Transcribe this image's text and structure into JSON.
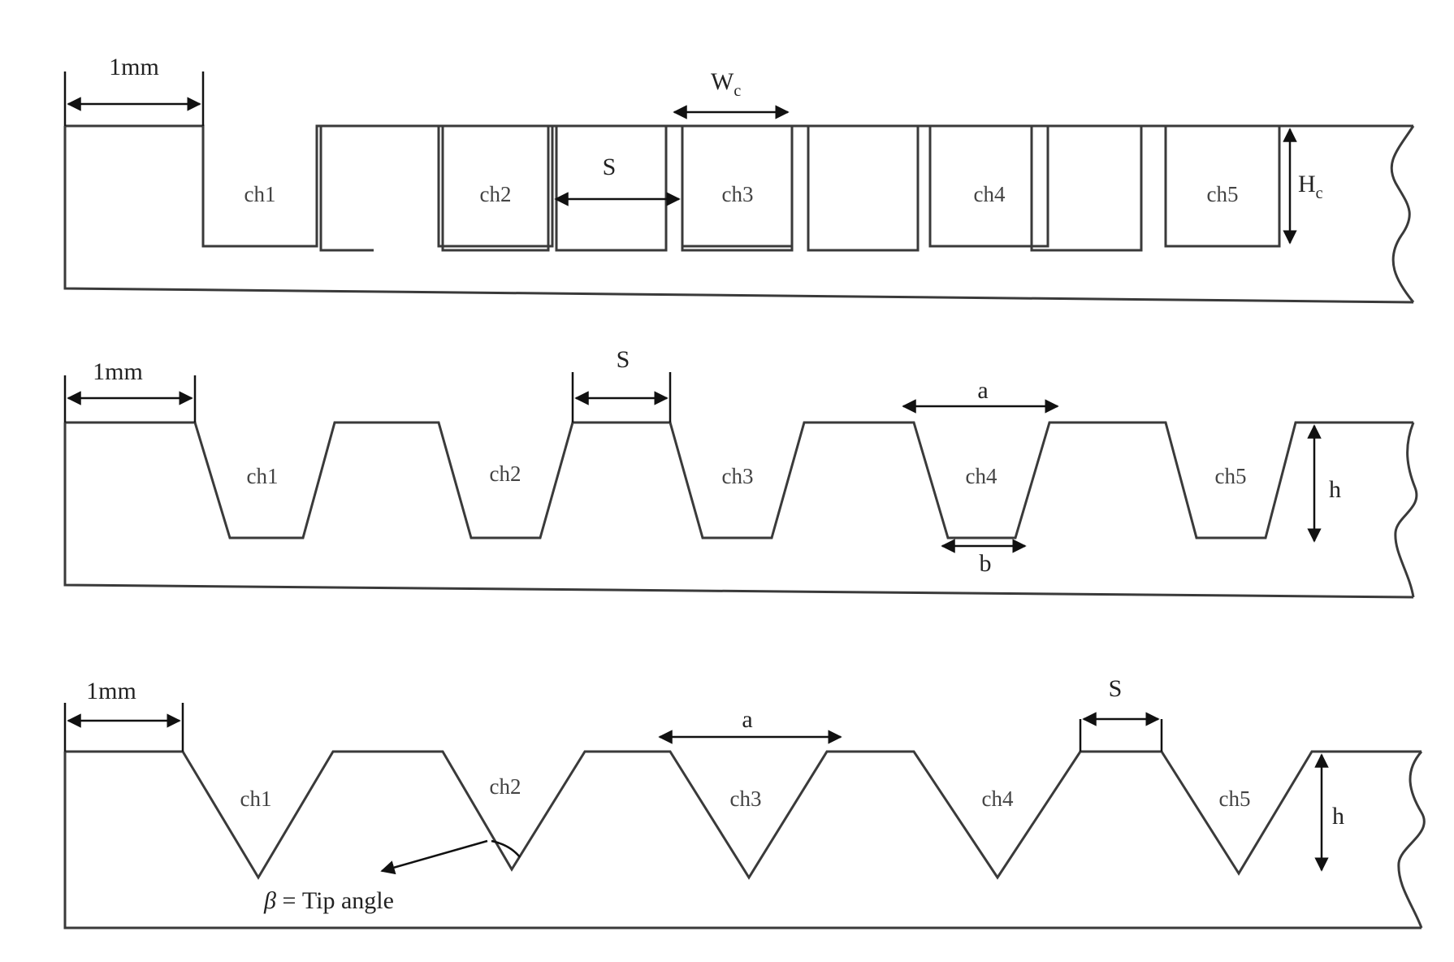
{
  "panel_rect": {
    "scale_label": "1mm",
    "channels": [
      "ch1",
      "ch2",
      "ch3",
      "ch4",
      "ch5"
    ],
    "width_label": "W",
    "width_sub": "c",
    "spacing_label": "S",
    "height_label": "H",
    "height_sub": "c"
  },
  "panel_trap": {
    "scale_label": "1mm",
    "channels": [
      "ch1",
      "ch2",
      "ch3",
      "ch4",
      "ch5"
    ],
    "spacing_label": "S",
    "top_width_label": "a",
    "bottom_width_label": "b",
    "height_label": "h"
  },
  "panel_tri": {
    "scale_label": "1mm",
    "channels": [
      "ch1",
      "ch2",
      "ch3",
      "ch4",
      "ch5"
    ],
    "spacing_label": "S",
    "top_width_label": "a",
    "height_label": "h",
    "angle_symbol": "β",
    "angle_text": " = Tip angle"
  }
}
